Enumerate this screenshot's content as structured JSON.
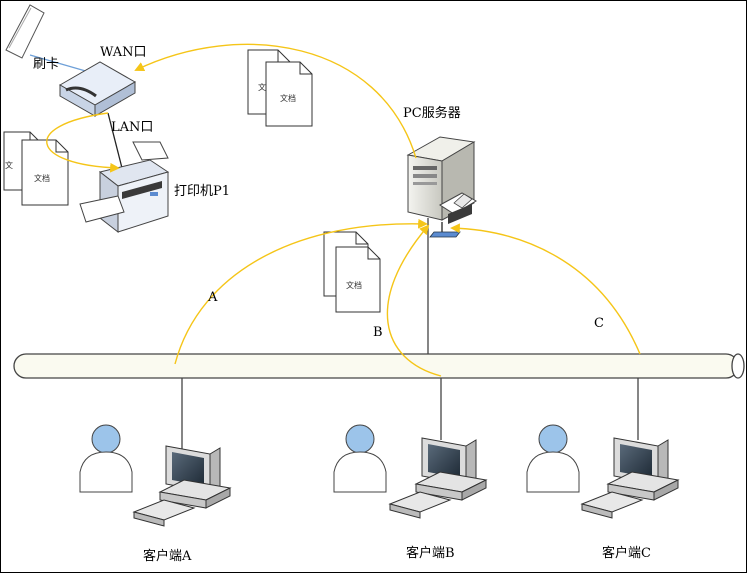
{
  "labels": {
    "card": "刷卡",
    "wan": "WAN口",
    "lan": "LAN口",
    "printer": "打印机P1",
    "server": "PC服务器",
    "path_a": "A",
    "path_b": "B",
    "path_c": "C",
    "client_a": "客户端A",
    "client_b": "客户端B",
    "client_c": "客户端C"
  },
  "document_text": "文档",
  "document_text_left": "文",
  "colors": {
    "flow": "#f5c518",
    "bus_fill": "#fafaf0",
    "user": "#9cc4ea",
    "monitor": "#dcdcdc"
  }
}
